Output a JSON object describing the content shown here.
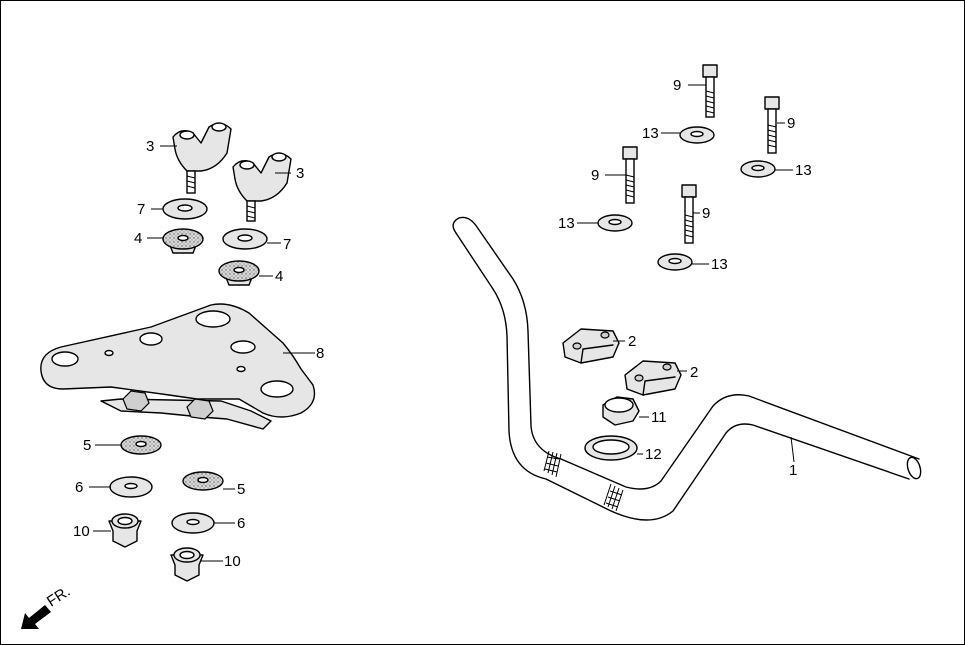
{
  "direction_label": "FR.",
  "labels": {
    "p1": "1",
    "p2a": "2",
    "p2b": "2",
    "p3a": "3",
    "p3b": "3",
    "p4a": "4",
    "p4b": "4",
    "p5a": "5",
    "p5b": "5",
    "p6a": "6",
    "p6b": "6",
    "p7a": "7",
    "p7b": "7",
    "p8": "8",
    "p9a": "9",
    "p9b": "9",
    "p9c": "9",
    "p9d": "9",
    "p10a": "10",
    "p10b": "10",
    "p11": "11",
    "p12": "12",
    "p13a": "13",
    "p13b": "13",
    "p13c": "13",
    "p13d": "13"
  }
}
